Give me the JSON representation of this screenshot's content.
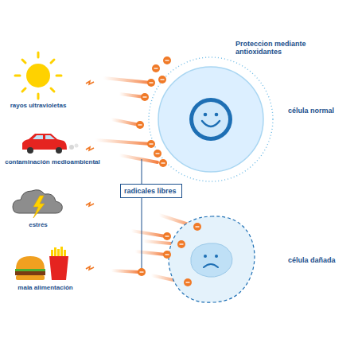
{
  "diagram": {
    "nodes": [
      {
        "text": [
          "radicales libres"
        ]
      }
    ],
    "labels": [
      "rayos ultravioletas",
      "contaminación medioambiental",
      "estrés",
      "mala alimentación",
      "Proteccion mediante antioxidantes",
      "célula normal",
      "célula dañada"
    ]
  }
}
